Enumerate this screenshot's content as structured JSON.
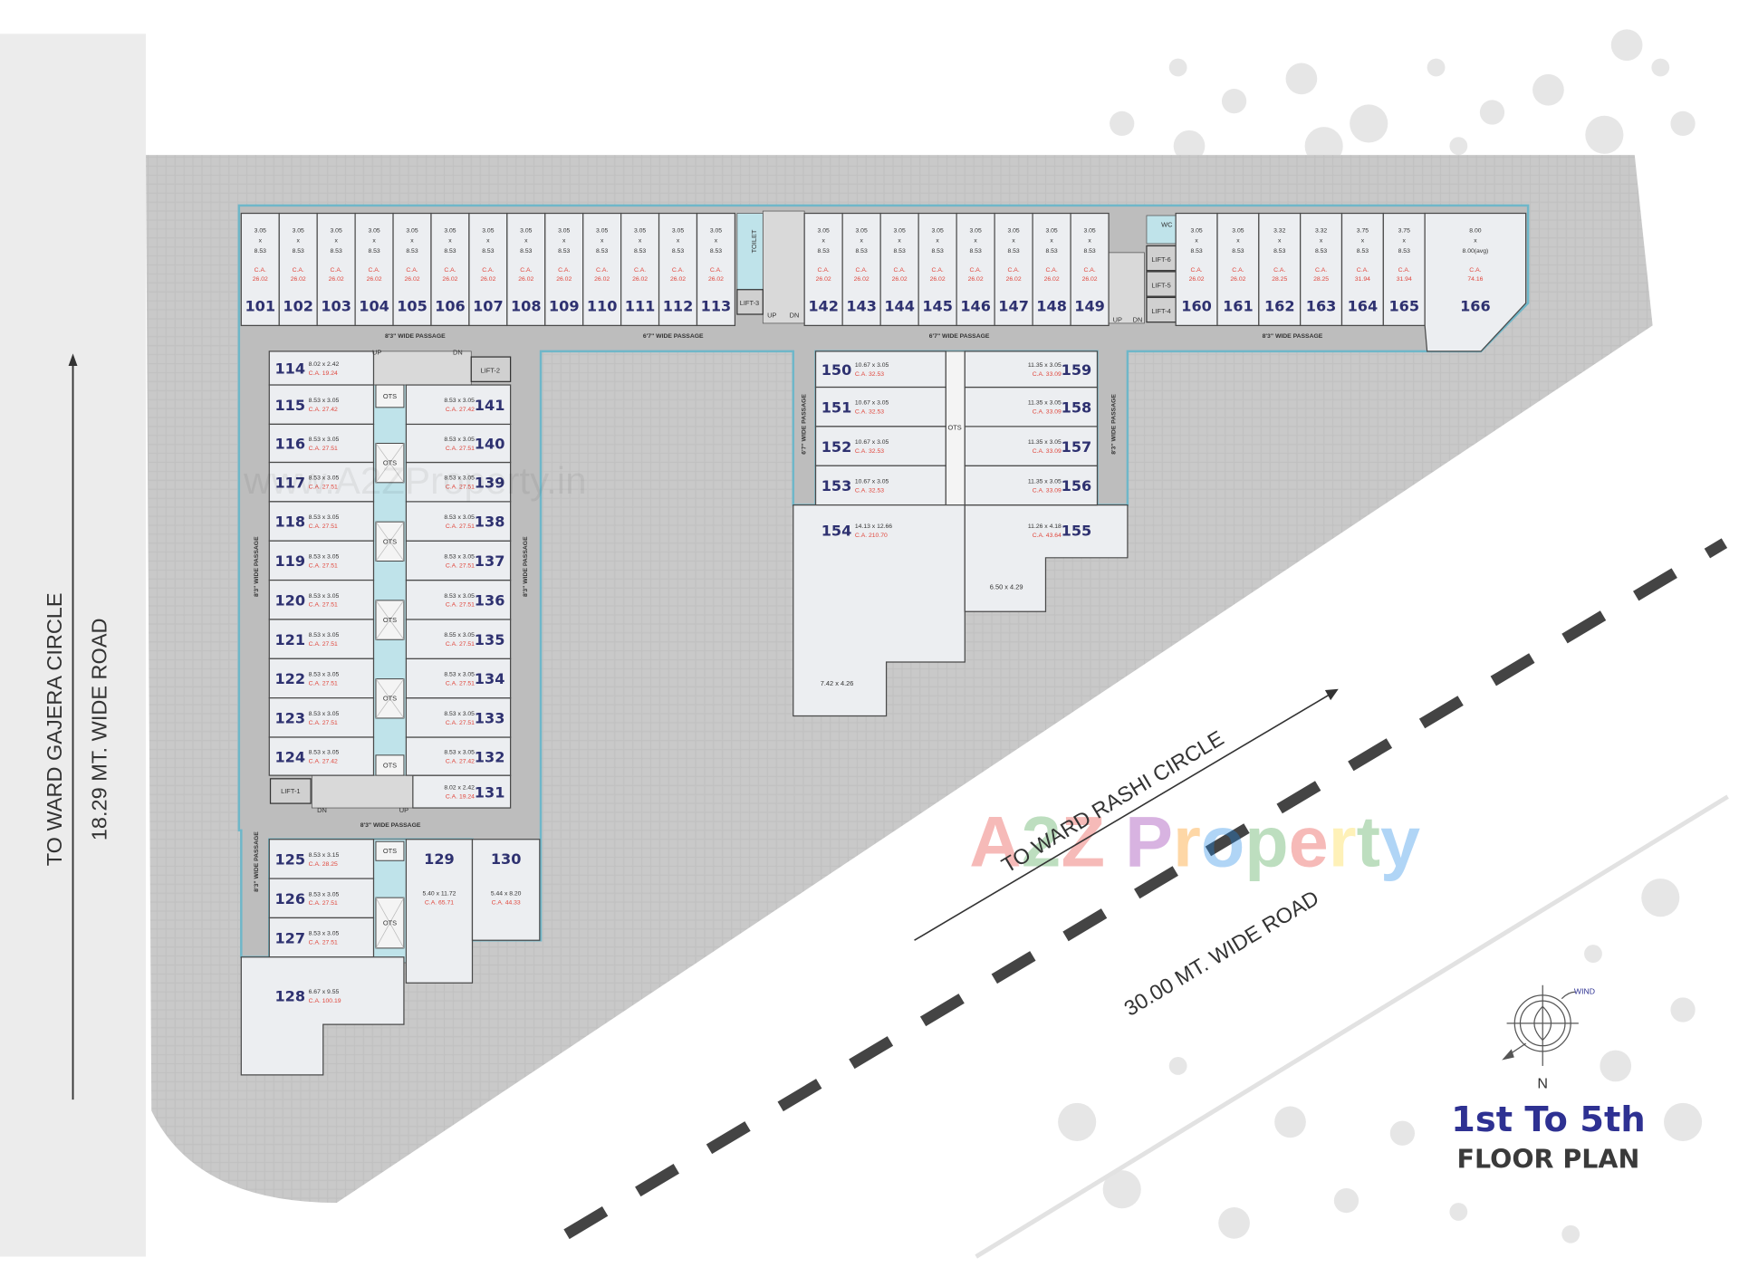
{
  "title": {
    "line1": "1st To 5th",
    "line2": "FLOOR PLAN"
  },
  "colors": {
    "title_blue": "#2e3192",
    "unit_number": "#2e3170",
    "carpet_area": "#e0463c",
    "plot": "#c7c7c7",
    "outline": "#6fb7c9"
  },
  "roads": {
    "left_direction": "TO WARD GAJERA CIRCLE",
    "left_width": "18.29 MT. WIDE ROAD",
    "main_direction": "TO WARD RASHI CIRCLE",
    "main_width": "30.00 MT. WIDE ROAD"
  },
  "compass": {
    "north": "N",
    "wind": "WIND"
  },
  "watermark": {
    "logo": "A2Z Property",
    "url": "www.A2ZProperty.in"
  },
  "passages": {
    "p83": "8'3\" WIDE PASSAGE",
    "p67": "6'7\" WIDE PASSAGE"
  },
  "labels": {
    "lift1": "LIFT-1",
    "lift2": "LIFT-2",
    "lift3": "LIFT-3",
    "lift4": "LIFT-4",
    "lift5": "LIFT-5",
    "lift6": "LIFT-6",
    "ots": "OTS",
    "toilet": "TOILET",
    "wc": "WC",
    "up": "UP",
    "dn": "DN"
  },
  "extra_dims": {
    "d154": "7.42 x 4.26",
    "d155": "6.50 x 4.29"
  },
  "units": {
    "101": {
      "size": "3.05 x 8.53",
      "ca": "C.A. 26.02"
    },
    "102": {
      "size": "3.05 x 8.53",
      "ca": "C.A. 26.02"
    },
    "103": {
      "size": "3.05 x 8.53",
      "ca": "C.A. 26.02"
    },
    "104": {
      "size": "3.05 x 8.53",
      "ca": "C.A. 26.02"
    },
    "105": {
      "size": "3.05 x 8.53",
      "ca": "C.A. 26.02"
    },
    "106": {
      "size": "3.05 x 8.53",
      "ca": "C.A. 26.02"
    },
    "107": {
      "size": "3.05 x 8.53",
      "ca": "C.A. 26.02"
    },
    "108": {
      "size": "3.05 x 8.53",
      "ca": "C.A. 26.02"
    },
    "109": {
      "size": "3.05 x 8.53",
      "ca": "C.A. 26.02"
    },
    "110": {
      "size": "3.05 x 8.53",
      "ca": "C.A. 26.02"
    },
    "111": {
      "size": "3.05 x 8.53",
      "ca": "C.A. 26.02"
    },
    "112": {
      "size": "3.05 x 8.53",
      "ca": "C.A. 26.02"
    },
    "113": {
      "size": "3.05 x 8.53",
      "ca": "C.A. 26.02"
    },
    "114": {
      "size": "8.02 x 2.42",
      "ca": "C.A. 19.24"
    },
    "115": {
      "size": "8.53 x 3.05",
      "ca": "C.A. 27.42"
    },
    "116": {
      "size": "8.53 x 3.05",
      "ca": "C.A. 27.51"
    },
    "117": {
      "size": "8.53 x 3.05",
      "ca": "C.A. 27.51"
    },
    "118": {
      "size": "8.53 x 3.05",
      "ca": "C.A. 27.51"
    },
    "119": {
      "size": "8.53 x 3.05",
      "ca": "C.A. 27.51"
    },
    "120": {
      "size": "8.53 x 3.05",
      "ca": "C.A. 27.51"
    },
    "121": {
      "size": "8.53 x 3.05",
      "ca": "C.A. 27.51"
    },
    "122": {
      "size": "8.53 x 3.05",
      "ca": "C.A. 27.51"
    },
    "123": {
      "size": "8.53 x 3.05",
      "ca": "C.A. 27.51"
    },
    "124": {
      "size": "8.53 x 3.05",
      "ca": "C.A. 27.42"
    },
    "125": {
      "size": "8.53 x 3.15",
      "ca": "C.A. 28.25"
    },
    "126": {
      "size": "8.53 x 3.05",
      "ca": "C.A. 27.51"
    },
    "127": {
      "size": "8.53 x 3.05",
      "ca": "C.A. 27.51"
    },
    "128": {
      "size": "6.67 x 9.55",
      "ca": "C.A. 100.19"
    },
    "129": {
      "size": "5.40 x 11.72",
      "ca": "C.A. 65.71"
    },
    "130": {
      "size": "5.44 x 8.20",
      "ca": "C.A. 44.33"
    },
    "131": {
      "size": "8.02 x 2.42",
      "ca": "C.A. 19.24"
    },
    "132": {
      "size": "8.53 x 3.05",
      "ca": "C.A. 27.42"
    },
    "133": {
      "size": "8.53 x 3.05",
      "ca": "C.A. 27.51"
    },
    "134": {
      "size": "8.53 x 3.05",
      "ca": "C.A. 27.51"
    },
    "135": {
      "size": "8.55 x 3.05",
      "ca": "C.A. 27.51"
    },
    "136": {
      "size": "8.53 x 3.05",
      "ca": "C.A. 27.51"
    },
    "137": {
      "size": "8.53 x 3.05",
      "ca": "C.A. 27.51"
    },
    "138": {
      "size": "8.53 x 3.05",
      "ca": "C.A. 27.51"
    },
    "139": {
      "size": "8.53 x 3.05",
      "ca": "C.A. 27.51"
    },
    "140": {
      "size": "8.53 x 3.05",
      "ca": "C.A. 27.51"
    },
    "141": {
      "size": "8.53 x 3.05",
      "ca": "C.A. 27.42"
    },
    "142": {
      "size": "3.05 x 8.53",
      "ca": "C.A. 26.02"
    },
    "143": {
      "size": "3.05 x 8.53",
      "ca": "C.A. 26.02"
    },
    "144": {
      "size": "3.05 x 8.53",
      "ca": "C.A. 26.02"
    },
    "145": {
      "size": "3.05 x 8.53",
      "ca": "C.A. 26.02"
    },
    "146": {
      "size": "3.05 x 8.53",
      "ca": "C.A. 26.02"
    },
    "147": {
      "size": "3.05 x 8.53",
      "ca": "C.A. 26.02"
    },
    "148": {
      "size": "3.05 x 8.53",
      "ca": "C.A. 26.02"
    },
    "149": {
      "size": "3.05 x 8.53",
      "ca": "C.A. 26.02"
    },
    "150": {
      "size": "10.67 x 3.05",
      "ca": "C.A. 32.53"
    },
    "151": {
      "size": "10.67 x 3.05",
      "ca": "C.A. 32.53"
    },
    "152": {
      "size": "10.67 x 3.05",
      "ca": "C.A. 32.53"
    },
    "153": {
      "size": "10.67 x 3.05",
      "ca": "C.A. 32.53"
    },
    "154": {
      "size": "14.13 x 12.66",
      "ca": "C.A. 210.70"
    },
    "155": {
      "size": "11.26 x 4.18",
      "ca": "C.A. 43.64"
    },
    "156": {
      "size": "11.35 x 3.05",
      "ca": "C.A. 33.09"
    },
    "157": {
      "size": "11.35 x 3.05",
      "ca": "C.A. 33.09"
    },
    "158": {
      "size": "11.35 x 3.05",
      "ca": "C.A. 33.09"
    },
    "159": {
      "size": "11.35 x 3.05",
      "ca": "C.A. 33.09"
    },
    "160": {
      "size": "3.05 x 8.53",
      "ca": "C.A. 26.02"
    },
    "161": {
      "size": "3.05 x 8.53",
      "ca": "C.A. 26.02"
    },
    "162": {
      "size": "3.32 x 8.53",
      "ca": "C.A. 28.25"
    },
    "163": {
      "size": "3.32 x 8.53",
      "ca": "C.A. 28.25"
    },
    "164": {
      "size": "3.75 x 8.53",
      "ca": "C.A. 31.94"
    },
    "165": {
      "size": "3.75 x 8.53",
      "ca": "C.A. 31.94"
    },
    "166": {
      "size": "8.00 x 8.00(avg)",
      "ca": "C.A. 74.16"
    }
  }
}
